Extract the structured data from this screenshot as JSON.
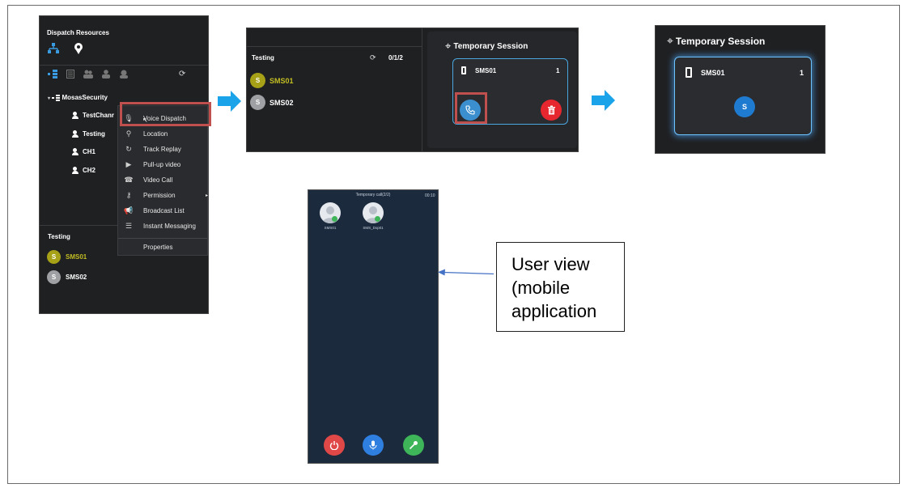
{
  "panel1": {
    "title": "Dispatch Resources",
    "tree_root": "MosasSecurity",
    "channels": [
      "TestChanr",
      "Testing",
      "CH1",
      "CH2"
    ],
    "context_menu": [
      "Voice Dispatch",
      "Location",
      "Track Replay",
      "Pull-up video",
      "Video Call",
      "Permission",
      "Broadcast List",
      "Instant Messaging",
      "Properties"
    ],
    "group_title": "Testing",
    "members": [
      {
        "initial": "S",
        "name": "SMS01",
        "status": "online"
      },
      {
        "initial": "S",
        "name": "SMS02",
        "status": "offline"
      }
    ]
  },
  "panel2": {
    "group_title": "Testing",
    "count": "0/1/2",
    "members": [
      {
        "initial": "S",
        "name": "SMS01"
      },
      {
        "initial": "S",
        "name": "SMS02"
      }
    ],
    "session_title": "Temporary Session",
    "card_name": "SMS01",
    "card_count": "1"
  },
  "panel3": {
    "session_title": "Temporary Session",
    "card_name": "SMS01",
    "card_count": "1",
    "speaker_initial": "S"
  },
  "mobile": {
    "header": "Temporary call(2/2)",
    "time": "00:10",
    "participants": [
      "SMS01",
      "SMS_Dxp01"
    ]
  },
  "callout": {
    "line1": "User view",
    "line2": "(mobile",
    "line3": "application"
  },
  "colors": {
    "accent_blue": "#1aa3e8",
    "highlight_red": "#c0504d",
    "online_olive": "#a6a117",
    "delete_red": "#e6272f",
    "power_red": "#e04848",
    "mic_blue": "#2f7fe0",
    "ptt_green": "#3db558"
  }
}
